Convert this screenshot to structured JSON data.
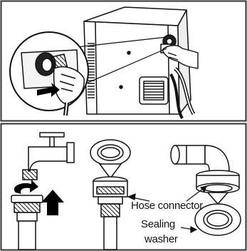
{
  "labels": {
    "hose_connector": "Hose connector",
    "sealing": "Sealing",
    "washer": "washer"
  },
  "colors": {
    "line": "#111111",
    "panel_border": "#333333",
    "arrow": "#000000"
  }
}
